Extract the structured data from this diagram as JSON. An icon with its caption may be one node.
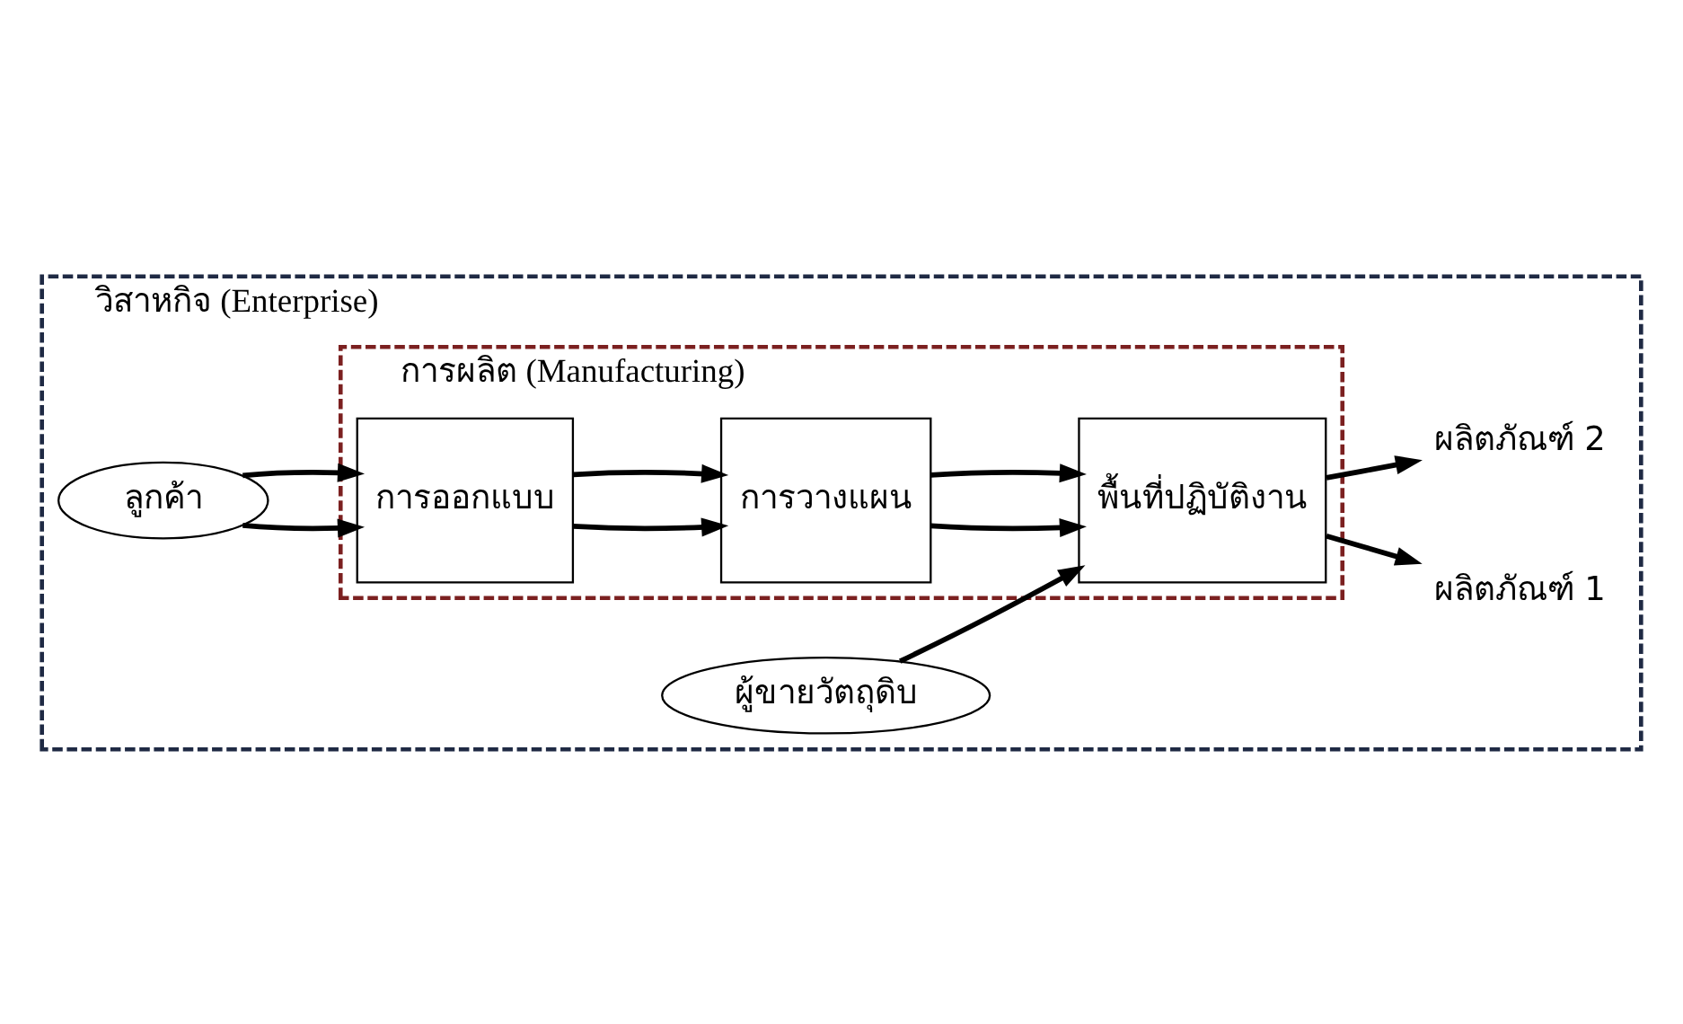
{
  "diagram": {
    "nodes": [
      {
        "text": [
          "วิสาหกิจ (Enterprise)"
        ]
      },
      {
        "text": [
          "การผลิต (Manufacturing)"
        ],
        "in": 0
      },
      {
        "text": [
          "ลูกค้า"
        ],
        "in": 0
      },
      {
        "text": [
          "การออกแบบ"
        ],
        "in": 1
      },
      {
        "text": [
          "การวางแผน"
        ],
        "in": 1
      },
      {
        "text": [
          "พื้นที่ปฏิบัติงาน"
        ],
        "in": 1
      },
      {
        "text": [
          "ผลิตภัณฑ์ 1"
        ],
        "in": 0
      },
      {
        "text": [
          "ผลิตภัณฑ์ 2"
        ],
        "in": 0
      },
      {
        "text": [
          "ผู้ขายวัตถุดิบ"
        ],
        "in": 0
      }
    ],
    "edges": [
      {
        "from": 2,
        "to": 3,
        "arrow": "to"
      },
      {
        "from": 2,
        "to": 3,
        "arrow": "to"
      },
      {
        "from": 3,
        "to": 4,
        "arrow": "to"
      },
      {
        "from": 3,
        "to": 4,
        "arrow": "to"
      },
      {
        "from": 4,
        "to": 5,
        "arrow": "to"
      },
      {
        "from": 4,
        "to": 5,
        "arrow": "to"
      },
      {
        "from": 5,
        "to": 6,
        "arrow": "to"
      },
      {
        "from": 5,
        "to": 7,
        "arrow": "to"
      },
      {
        "from": 8,
        "to": 5,
        "arrow": "to"
      }
    ]
  }
}
